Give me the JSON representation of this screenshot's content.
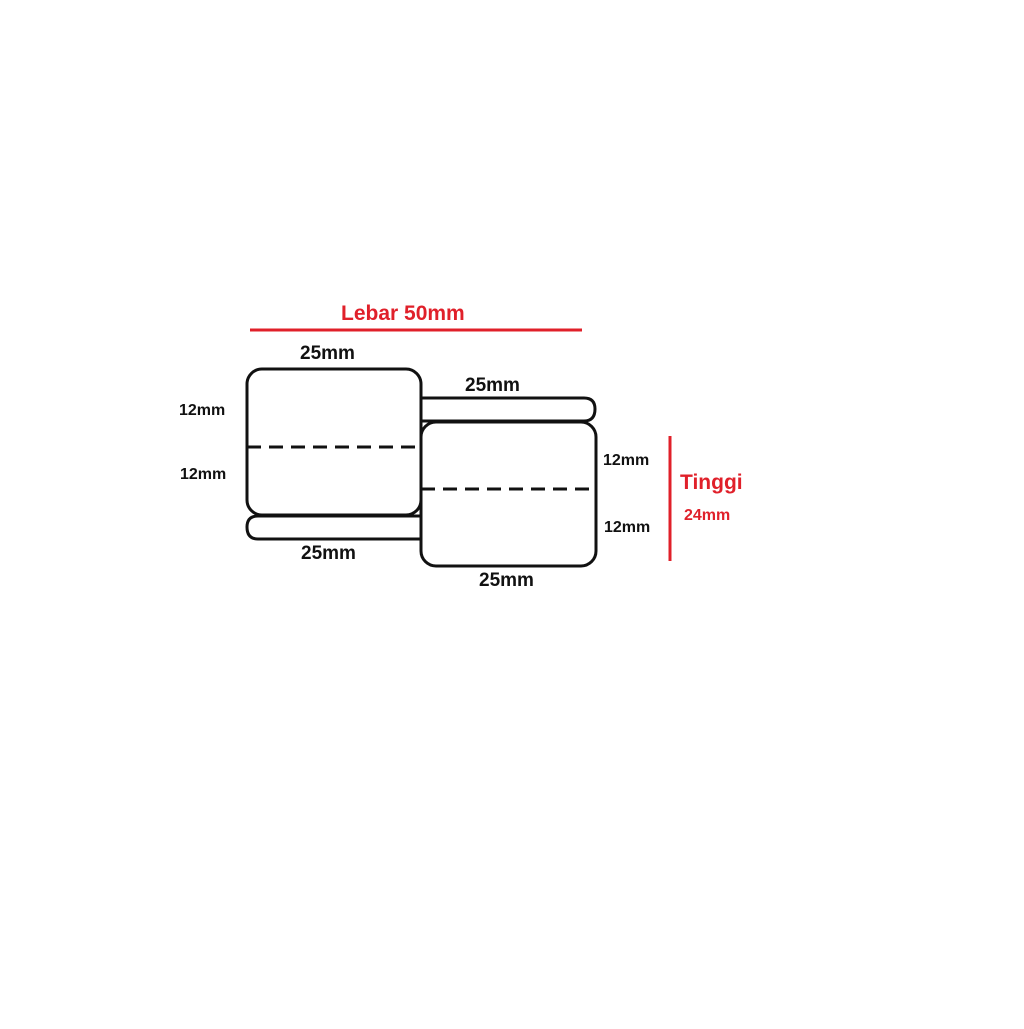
{
  "title": "Lebar 50mm",
  "height_title": "Tinggi",
  "height_value": "24mm",
  "labels": {
    "top_left_width": "25mm",
    "top_right_width": "25mm",
    "bottom_left_width": "25mm",
    "bottom_right_width": "25mm",
    "left_upper_height": "12mm",
    "left_lower_height": "12mm",
    "right_upper_height": "12mm",
    "right_lower_height": "12mm"
  },
  "colors": {
    "accent": "#e0202a",
    "outline": "#111111",
    "background": "#ffffff"
  }
}
